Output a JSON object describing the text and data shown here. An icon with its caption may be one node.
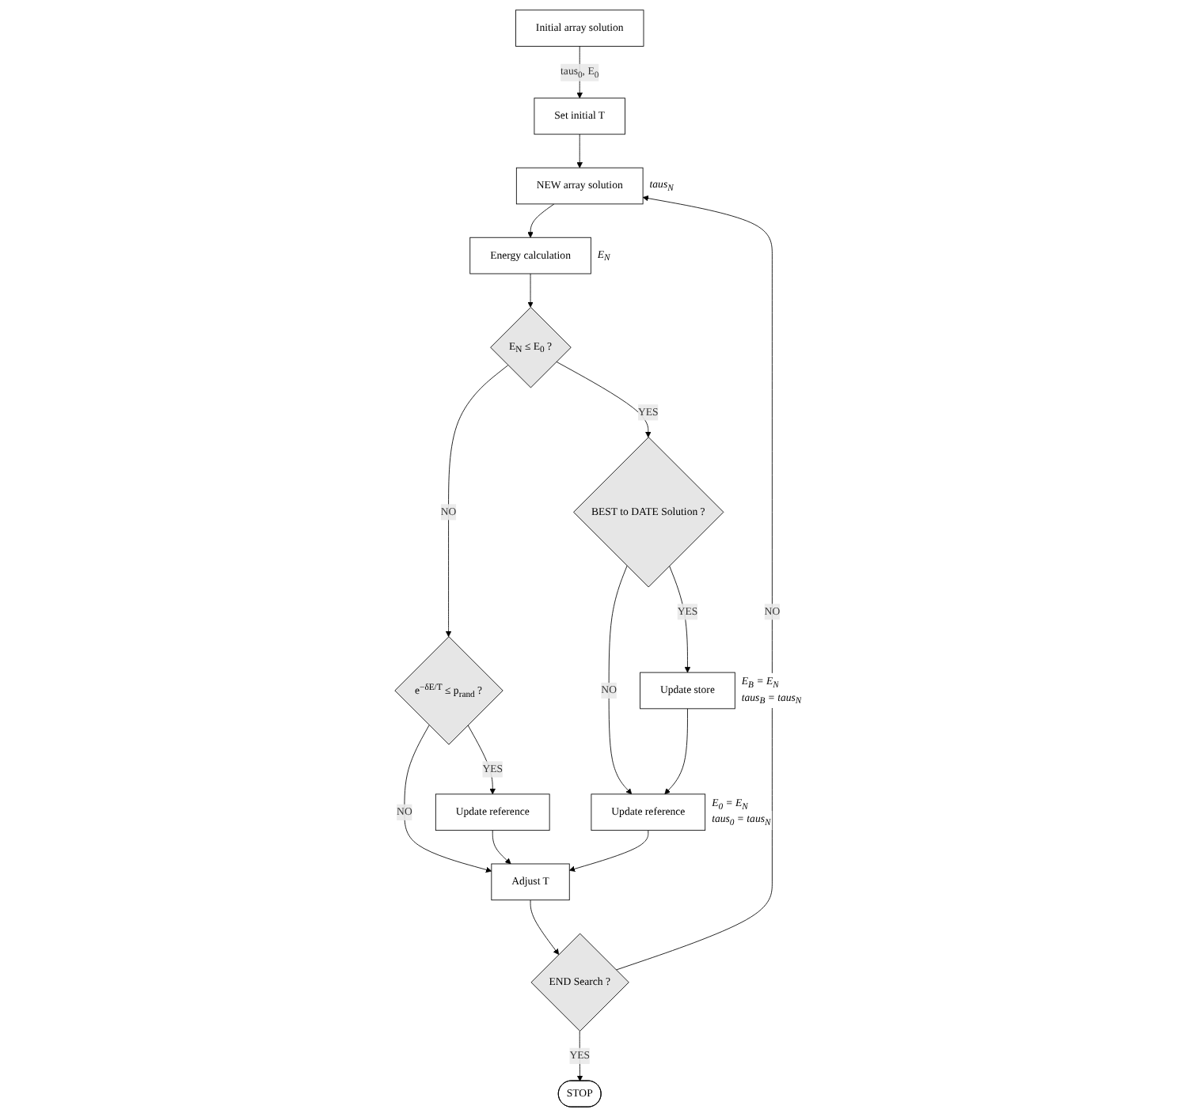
{
  "diagram": {
    "nodes": [
      {
        "text": [
          "Initial array solution"
        ]
      },
      {
        "text": [
          "Set initial T"
        ]
      },
      {
        "text": [
          "NEW array solution"
        ],
        "beside": [
          "taus$_{N}$"
        ]
      },
      {
        "text": [
          "Energy calculation"
        ],
        "beside": [
          "E$_{N}$"
        ]
      },
      {
        "text": [
          "E$_{N}$ ≤ E$_{0}$ ?"
        ]
      },
      {
        "text": [
          "e$^{−δE/T}$ ≤ p$_{rand}$ ?"
        ]
      },
      {
        "text": [
          "BEST to DATE Solution ?"
        ]
      },
      {
        "text": [
          "Update reference"
        ]
      },
      {
        "text": [
          "Update store"
        ],
        "beside": [
          "E$_{B}$ = E$_{N}$",
          "taus$_{B}$ = taus$_{N}$"
        ]
      },
      {
        "text": [
          "Adjust T"
        ]
      },
      {
        "text": [
          "Update reference"
        ],
        "beside": [
          "E$_{0}$ = E$_{N}$",
          "taus$_{0}$ = taus$_{N}$"
        ]
      },
      {
        "text": [
          "END Search ?"
        ]
      },
      {
        "text": [
          "STOP"
        ]
      }
    ],
    "edges": [
      {
        "from": 0,
        "to": 1,
        "arrow": "to",
        "label": "taus$_{0}$, E$_{0}$"
      },
      {
        "from": 1,
        "to": 2,
        "arrow": "to"
      },
      {
        "from": 2,
        "to": 3,
        "arrow": "to"
      },
      {
        "from": 3,
        "to": 4,
        "arrow": "to"
      },
      {
        "from": 4,
        "to": 5,
        "arrow": "to",
        "label": "NO"
      },
      {
        "from": 4,
        "to": 6,
        "arrow": "to",
        "label": "YES"
      },
      {
        "from": 5,
        "to": 7,
        "arrow": "to",
        "label": "YES"
      },
      {
        "from": 5,
        "to": 9,
        "arrow": "to",
        "label": "NO"
      },
      {
        "from": 6,
        "to": 8,
        "arrow": "to",
        "label": "YES"
      },
      {
        "from": 6,
        "to": 10,
        "arrow": "to",
        "label": "NO"
      },
      {
        "from": 7,
        "to": 9,
        "arrow": "to"
      },
      {
        "from": 8,
        "to": 10,
        "arrow": "to"
      },
      {
        "from": 10,
        "to": 9,
        "arrow": "to"
      },
      {
        "from": 9,
        "to": 11,
        "arrow": "to"
      },
      {
        "from": 11,
        "to": 12,
        "arrow": "to",
        "label": "YES"
      },
      {
        "from": 11,
        "to": 2,
        "arrow": "to",
        "label": "NO"
      }
    ]
  }
}
